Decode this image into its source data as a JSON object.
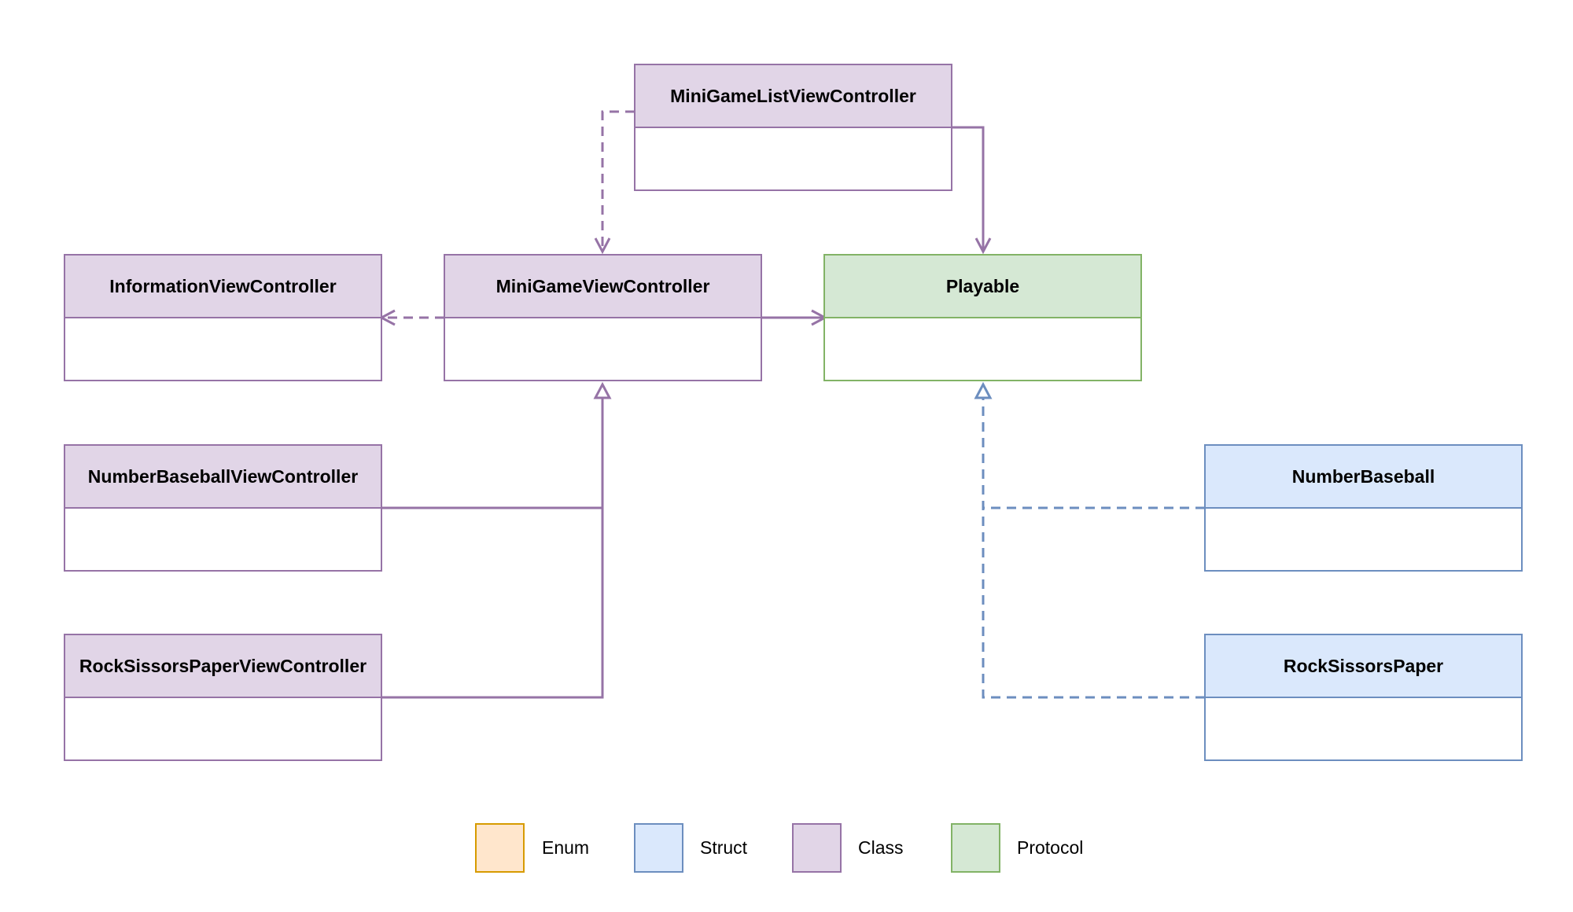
{
  "colors": {
    "class": {
      "fill": "#e1d5e7",
      "stroke": "#9673a6"
    },
    "struct": {
      "fill": "#dae8fc",
      "stroke": "#6c8ebf"
    },
    "protocol": {
      "fill": "#d5e8d4",
      "stroke": "#82b366"
    },
    "enum": {
      "fill": "#ffe6cc",
      "stroke": "#d79b00"
    }
  },
  "nodes": {
    "minigame_list_vc": {
      "title": "MiniGameListViewController",
      "kind": "class"
    },
    "information_vc": {
      "title": "InformationViewController",
      "kind": "class"
    },
    "minigame_vc": {
      "title": "MiniGameViewController",
      "kind": "class"
    },
    "playable": {
      "title": "Playable",
      "kind": "protocol"
    },
    "number_baseball_vc": {
      "title": "NumberBaseballViewController",
      "kind": "class"
    },
    "rock_sissors_paper_vc": {
      "title": "RockSissorsPaperViewController",
      "kind": "class"
    },
    "number_baseball": {
      "title": "NumberBaseball",
      "kind": "struct"
    },
    "rock_sissors_paper": {
      "title": "RockSissorsPaper",
      "kind": "struct"
    }
  },
  "edges": [
    {
      "from": "minigame_list_vc",
      "to": "minigame_vc",
      "style": "dashed",
      "arrow": "open",
      "color": "class"
    },
    {
      "from": "minigame_list_vc",
      "to": "playable",
      "style": "solid",
      "arrow": "open",
      "color": "class"
    },
    {
      "from": "minigame_vc",
      "to": "information_vc",
      "style": "dashed",
      "arrow": "open",
      "color": "class"
    },
    {
      "from": "minigame_vc",
      "to": "playable",
      "style": "solid",
      "arrow": "open",
      "color": "class"
    },
    {
      "from": "number_baseball_vc",
      "to": "minigame_vc",
      "style": "solid",
      "arrow": "triangle",
      "color": "class"
    },
    {
      "from": "rock_sissors_paper_vc",
      "to": "minigame_vc",
      "style": "solid",
      "arrow": "triangle",
      "color": "class"
    },
    {
      "from": "number_baseball",
      "to": "playable",
      "style": "dashed",
      "arrow": "triangle",
      "color": "struct"
    },
    {
      "from": "rock_sissors_paper",
      "to": "playable",
      "style": "dashed",
      "arrow": "triangle",
      "color": "struct"
    }
  ],
  "legend": [
    {
      "label": "Enum",
      "kind": "enum"
    },
    {
      "label": "Struct",
      "kind": "struct"
    },
    {
      "label": "Class",
      "kind": "class"
    },
    {
      "label": "Protocol",
      "kind": "protocol"
    }
  ]
}
